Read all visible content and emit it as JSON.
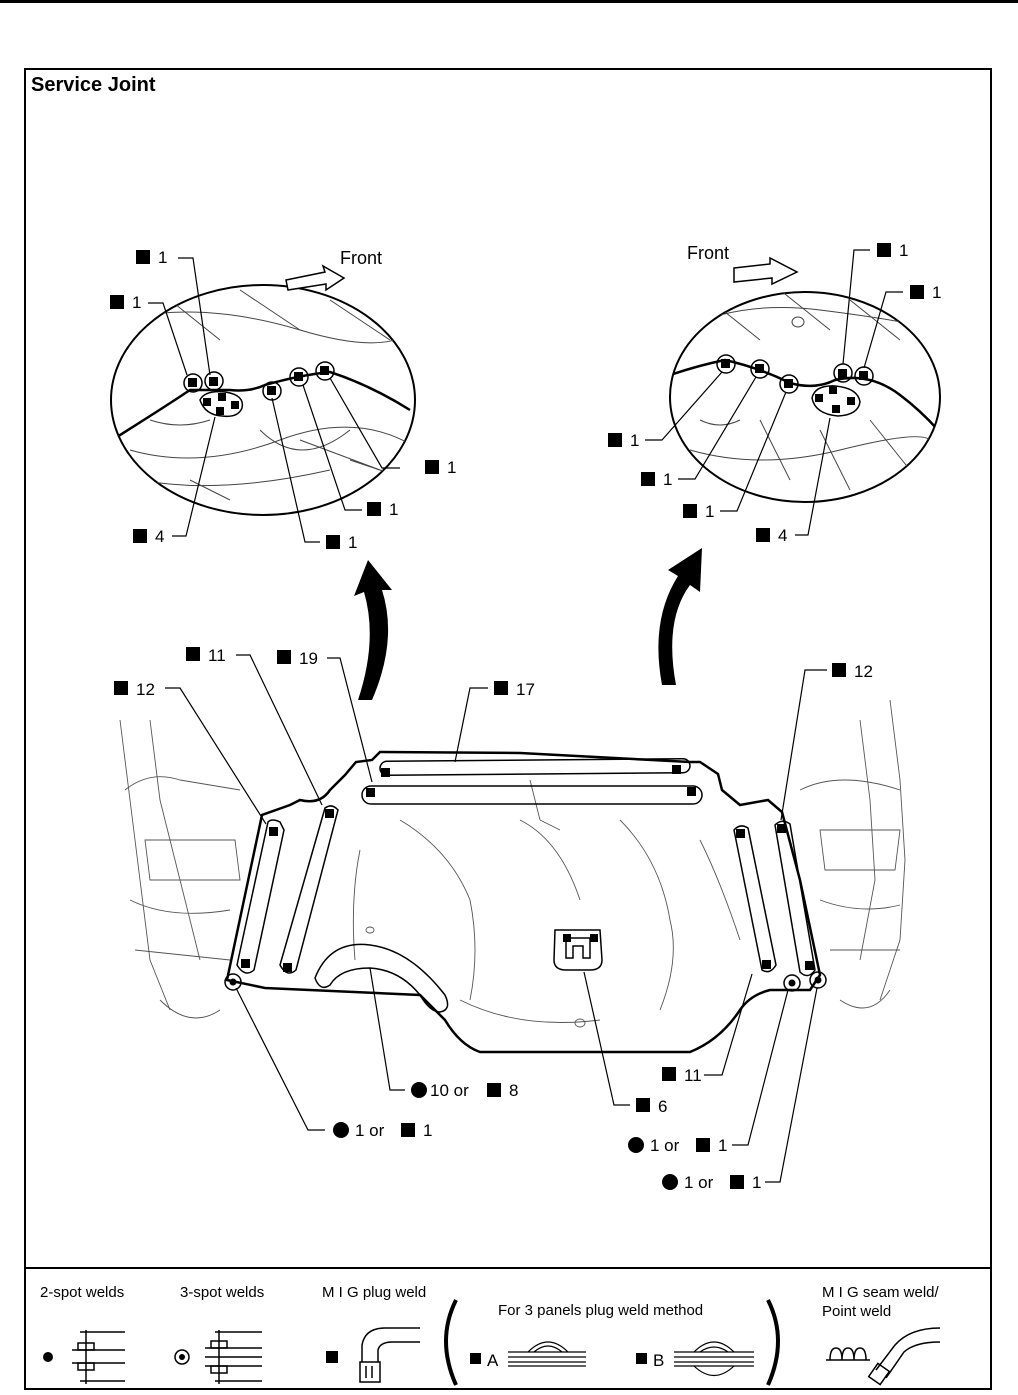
{
  "title": "Service Joint",
  "front_label": "Front",
  "callouts": {
    "l1": "1",
    "l4": "4",
    "r1": "1",
    "r4": "4",
    "b11l": "11",
    "b19": "19",
    "b12l": "12",
    "b17": "17",
    "b12r": "12",
    "b11r": "11",
    "b6": "6",
    "b10or8": "10 or",
    "b10or8_b": "8",
    "b1or1_left_a": "1 or",
    "b1or1_left_b": "1",
    "b1or1_r1_a": "1 or",
    "b1or1_r1_b": "1",
    "b1or1_r2_a": "1 or",
    "b1or1_r2_b": "1"
  },
  "legend": {
    "two_spot": "2-spot welds",
    "three_spot": "3-spot welds",
    "mig_plug": "M I G plug weld",
    "three_panels": "For 3 panels plug weld method",
    "method_a": "A",
    "method_b": "B",
    "mig_seam_1": "M I G seam weld/",
    "mig_seam_2": "Point weld"
  },
  "icons": [
    "filled-square-icon",
    "filled-circle-icon",
    "circle-dot-icon",
    "arrow-icon"
  ]
}
